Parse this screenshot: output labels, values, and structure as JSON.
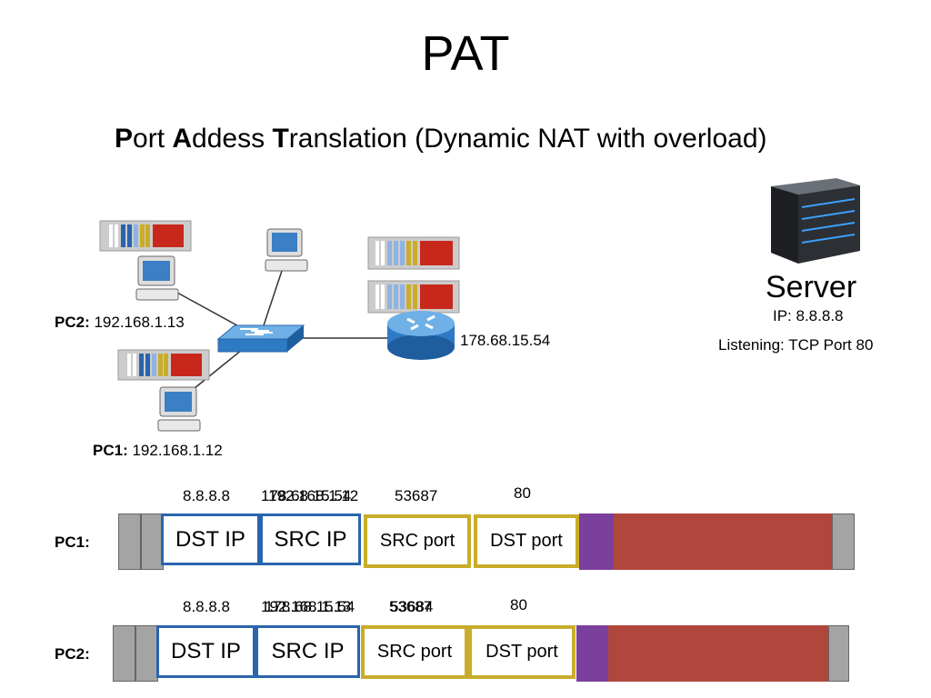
{
  "title": "PAT",
  "subtitle": {
    "p_bold": "P",
    "p_rest": "ort ",
    "a_bold": "A",
    "a_rest": "ddess ",
    "t_bold": "T",
    "t_rest": "ranslation (Dynamic NAT with overload)"
  },
  "server": {
    "name": "Server",
    "ip": "IP: 8.8.8.8",
    "listening": "Listening: TCP Port 80"
  },
  "router_ip": "178.68.15.54",
  "pc2_label": {
    "bold": "PC2:",
    "ip": " 192.168.1.13"
  },
  "pc1_label": {
    "bold": "PC1:",
    "ip": "  192.168.1.12"
  },
  "colors": {
    "blue": "#2a64ad",
    "gold": "#c9ad2a",
    "purple": "#7b3f9c",
    "red": "#b0463c",
    "gray": "#a4a4a4"
  },
  "packets": [
    {
      "label": "PC1:",
      "dst_ip_value": "8.8.8.8",
      "src_ip_values": [
        "178.68.15.54",
        "192.168.1.12"
      ],
      "src_port_values": [
        "53687"
      ],
      "dst_port_value": "80",
      "fields": {
        "dst_ip": "DST IP",
        "src_ip": "SRC IP",
        "src_port": "SRC port",
        "dst_port": "DST port"
      }
    },
    {
      "label": "PC2:",
      "dst_ip_value": "8.8.8.8",
      "src_ip_values": [
        "178.68.15.54",
        "192.168.1.13"
      ],
      "src_port_values": [
        "53687",
        "53684"
      ],
      "dst_port_value": "80",
      "fields": {
        "dst_ip": "DST IP",
        "src_ip": "SRC IP",
        "src_port": "SRC port",
        "dst_port": "DST port"
      }
    }
  ]
}
